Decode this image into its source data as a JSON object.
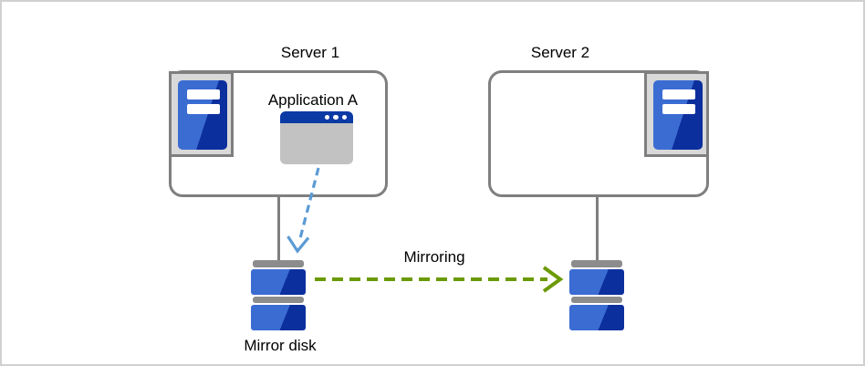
{
  "diagram": {
    "server1": {
      "label": "Server 1",
      "application_label": "Application A"
    },
    "server2": {
      "label": "Server 2"
    },
    "arrows": {
      "mirroring_label": "Mirroring",
      "blue_arrow_meaning": "application writes to mirror disk",
      "green_arrow_meaning": "disk mirroring from server 1 disk to server 2 disk"
    },
    "disks": {
      "mirror_disk_label": "Mirror disk"
    },
    "colors": {
      "canvas_border": "#d0d0d0",
      "box_border": "#7f7f7f",
      "frame_fill": "#d9d9d9",
      "blue_light": "#3b6cd2",
      "blue_dark": "#0c2f9e",
      "window_titlebar": "#0b3aa5",
      "window_body": "#c2c2c2",
      "disk_bar": "#8c8c8c",
      "arrow_blue": "#5b9bd5",
      "arrow_green": "#6b9a02",
      "text_color": "#000000"
    }
  }
}
